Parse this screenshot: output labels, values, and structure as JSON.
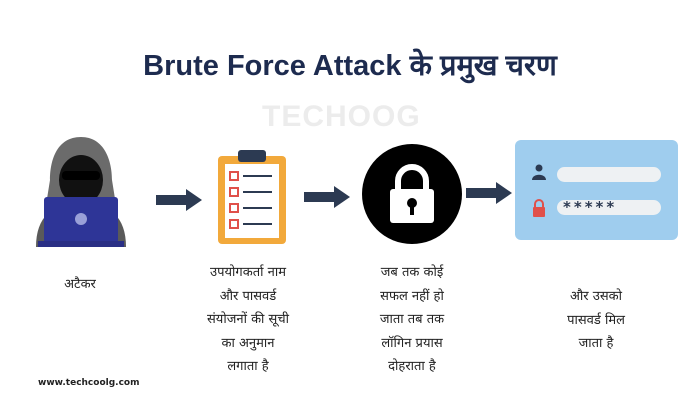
{
  "title": "Brute Force Attack के प्रमुख चरण",
  "watermark": "TECHOOG",
  "steps": [
    {
      "icon": "hacker-icon",
      "caption": [
        "अटैकर"
      ]
    },
    {
      "icon": "checklist-clipboard-icon",
      "caption": [
        "उपयोगकर्ता नाम",
        "और पासवर्ड",
        "संयोजनों की सूची",
        "का अनुमान",
        "लगाता है"
      ]
    },
    {
      "icon": "lock-icon",
      "caption": [
        "जब तक कोई",
        "सफल नहीं हो",
        "जाता तब तक",
        "लॉगिन प्रयास",
        "दोहराता है"
      ]
    },
    {
      "icon": "login-form-icon",
      "caption": [
        "और उसको",
        "पासवर्ड मिल",
        "जाता है"
      ],
      "password_mask": "*****"
    }
  ],
  "footer": "www.techcoolg.com",
  "colors": {
    "title": "#1d2b4f",
    "arrow": "#2c3a52",
    "login_card": "#9fcdee",
    "clipboard": "#f2a93b",
    "accent_red": "#e0504a"
  }
}
